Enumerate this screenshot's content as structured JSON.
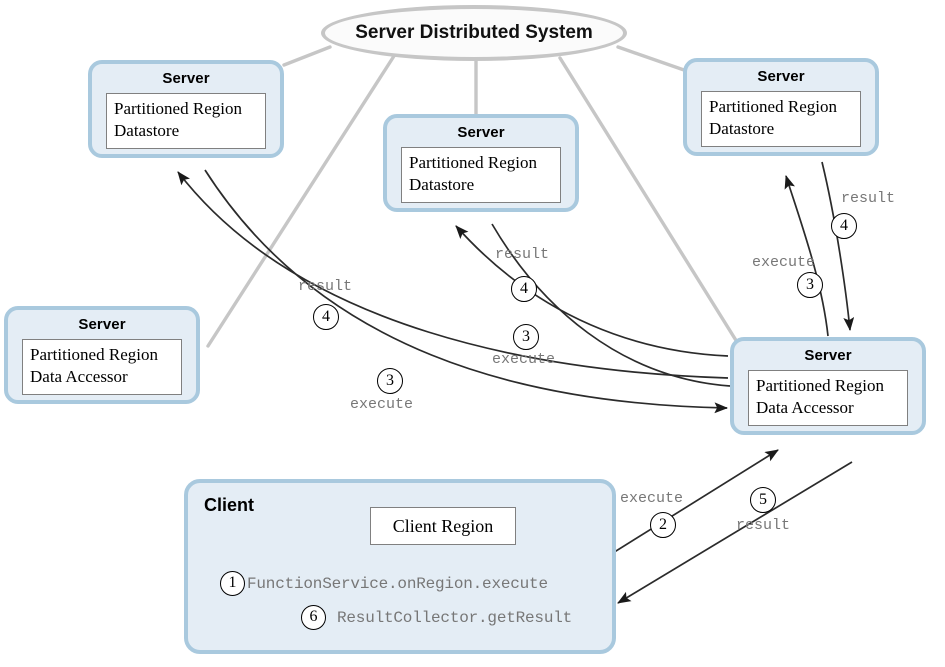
{
  "diagram": {
    "system_label": "Server Distributed System",
    "nodes": {
      "server_top_left": {
        "title": "Server",
        "line1": "Partitioned Region",
        "line2": "Datastore"
      },
      "server_top_center": {
        "title": "Server",
        "line1": "Partitioned Region",
        "line2": "Datastore"
      },
      "server_top_right": {
        "title": "Server",
        "line1": "Partitioned Region",
        "line2": "Datastore"
      },
      "server_accessor_left": {
        "title": "Server",
        "line1": "Partitioned Region",
        "line2": "Data Accessor"
      },
      "server_accessor_right": {
        "title": "Server",
        "line1": "Partitioned Region",
        "line2": "Data Accessor"
      },
      "client": {
        "title": "Client",
        "region_label": "Client Region",
        "code_lines": [
          {
            "step": "1",
            "text": "FunctionService.onRegion.execute"
          },
          {
            "step": "6",
            "text": "ResultCollector.getResult"
          }
        ]
      }
    },
    "edges": [
      {
        "step": "2",
        "label": "execute",
        "from": "client",
        "to": "server_accessor_right"
      },
      {
        "step": "5",
        "label": "result",
        "from": "server_accessor_right",
        "to": "client"
      },
      {
        "step": "3",
        "label": "execute",
        "from": "server_accessor_right",
        "to": "server_top_left"
      },
      {
        "step": "4",
        "label": "result",
        "from": "server_top_left",
        "to": "server_accessor_right"
      },
      {
        "step": "3",
        "label": "execute",
        "from": "server_accessor_right",
        "to": "server_top_center"
      },
      {
        "step": "4",
        "label": "result",
        "from": "server_top_center",
        "to": "server_accessor_right"
      },
      {
        "step": "3",
        "label": "execute",
        "from": "server_accessor_right",
        "to": "server_top_right"
      },
      {
        "step": "4",
        "label": "result",
        "from": "server_top_right",
        "to": "server_accessor_right"
      }
    ],
    "edge_labels": {
      "left_result": "result",
      "left_result_num": "4",
      "left_execute": "execute",
      "left_execute_num": "3",
      "center_result": "result",
      "center_result_num": "4",
      "center_execute": "execute",
      "center_execute_num": "3",
      "right_result": "result",
      "right_result_num": "4",
      "right_execute": "execute",
      "right_execute_num": "3",
      "client_execute": "execute",
      "client_execute_num": "2",
      "client_result": "result",
      "client_result_num": "5"
    },
    "colors": {
      "panel_fill": "#e4edf5",
      "panel_border": "#a9c9de",
      "ellipse_border": "#c6c6c6",
      "connector_gray": "#c6c6c6",
      "arrow_black": "#1a1a1a",
      "code_gray": "#777777"
    }
  }
}
